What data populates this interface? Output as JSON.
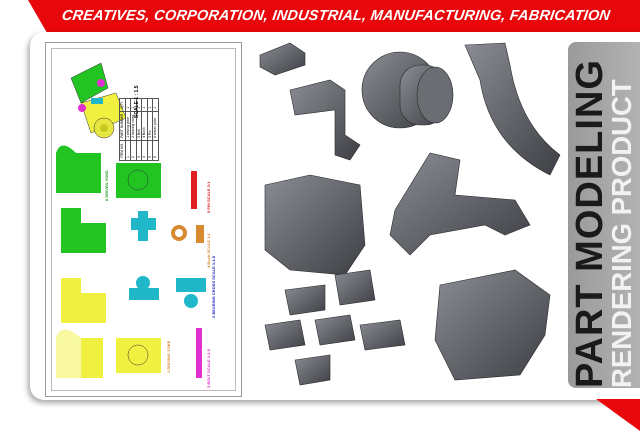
{
  "banner": {
    "text": "CREATIVES, CORPORATION, INDUSTRIAL, MANUFACTURING, FABRICATION",
    "color": "#e8080c"
  },
  "panel": {
    "title": "PART MODELING",
    "subtitle": "RENDERING PRODUCT"
  },
  "drawing": {
    "scale_label": "SCALE 1 : 1.5",
    "bom_headers": [
      "ITEM NO.",
      "PART NUMBER",
      "QTY."
    ],
    "bom_rows": [
      [
        "1",
        "1 driving yoke",
        "1"
      ],
      [
        "2",
        "2 bearing cross",
        "1"
      ],
      [
        "3",
        "3 Bolt",
        "1"
      ],
      [
        "4",
        "4 Bush",
        "1"
      ],
      [
        "5",
        "5 Pin",
        "1"
      ],
      [
        "6",
        "6 driven yoke",
        "1"
      ]
    ],
    "view_labels": [
      "6 DRIVEN YOKE",
      "5 PIN SCALE 2:1",
      "4 Bush SCALE 1:1",
      "2 BEARING CROSS SCALE 1:1.5",
      "3 BOLT SCALE 1:1.5",
      "1 DRIVING YOKE"
    ],
    "colors": {
      "driven_yoke": "#22c422",
      "driving_yoke": "#f0f040",
      "bearing_cross": "#20b8c8",
      "pin": "#e02020",
      "bush": "#d88a30",
      "bolt": "#e030d0"
    }
  }
}
